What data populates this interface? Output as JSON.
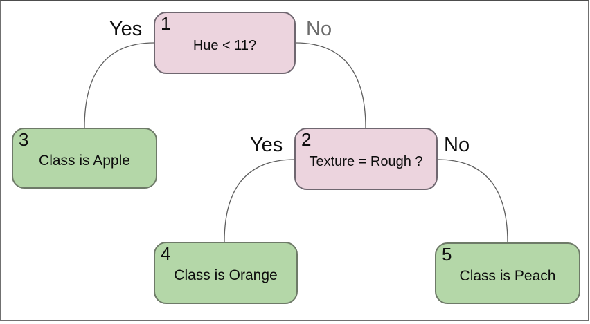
{
  "diagram": {
    "title": "decision-tree",
    "nodes": [
      {
        "number": "1",
        "label": "Hue < 11?",
        "type": "decision"
      },
      {
        "number": "2",
        "label": "Texture = Rough ?",
        "type": "decision"
      },
      {
        "number": "3",
        "label": "Class is Apple",
        "type": "leaf"
      },
      {
        "number": "4",
        "label": "Class is Orange",
        "type": "leaf"
      },
      {
        "number": "5",
        "label": "Class is Peach",
        "type": "leaf"
      }
    ],
    "edges": [
      {
        "from": "1",
        "to": "3",
        "label": "Yes"
      },
      {
        "from": "1",
        "to": "2",
        "label": "No"
      },
      {
        "from": "2",
        "to": "4",
        "label": "Yes"
      },
      {
        "from": "2",
        "to": "5",
        "label": "No"
      }
    ],
    "colors": {
      "decision_fill": "#ecd4de",
      "decision_stroke": "#6f6770",
      "leaf_fill": "#b4d7a8",
      "leaf_stroke": "#6e7a68",
      "edge_line": "#5f5f5f",
      "label_black": "#0d0d0d",
      "label_gray": "#6b6b6b"
    }
  }
}
